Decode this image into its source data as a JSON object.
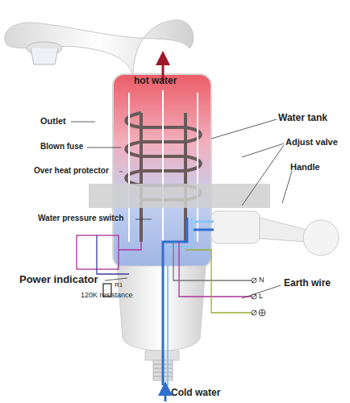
{
  "diagram": {
    "labels": [
      "hot water",
      "Outlet",
      "Blown fuse",
      "Over heat protector",
      "Water tank",
      "Adjust valve",
      "Handle",
      "Water pressure switch",
      "Power indicator",
      "R1",
      "120K resistance",
      "N",
      "L",
      "Earth wire",
      "Cold water"
    ]
  }
}
